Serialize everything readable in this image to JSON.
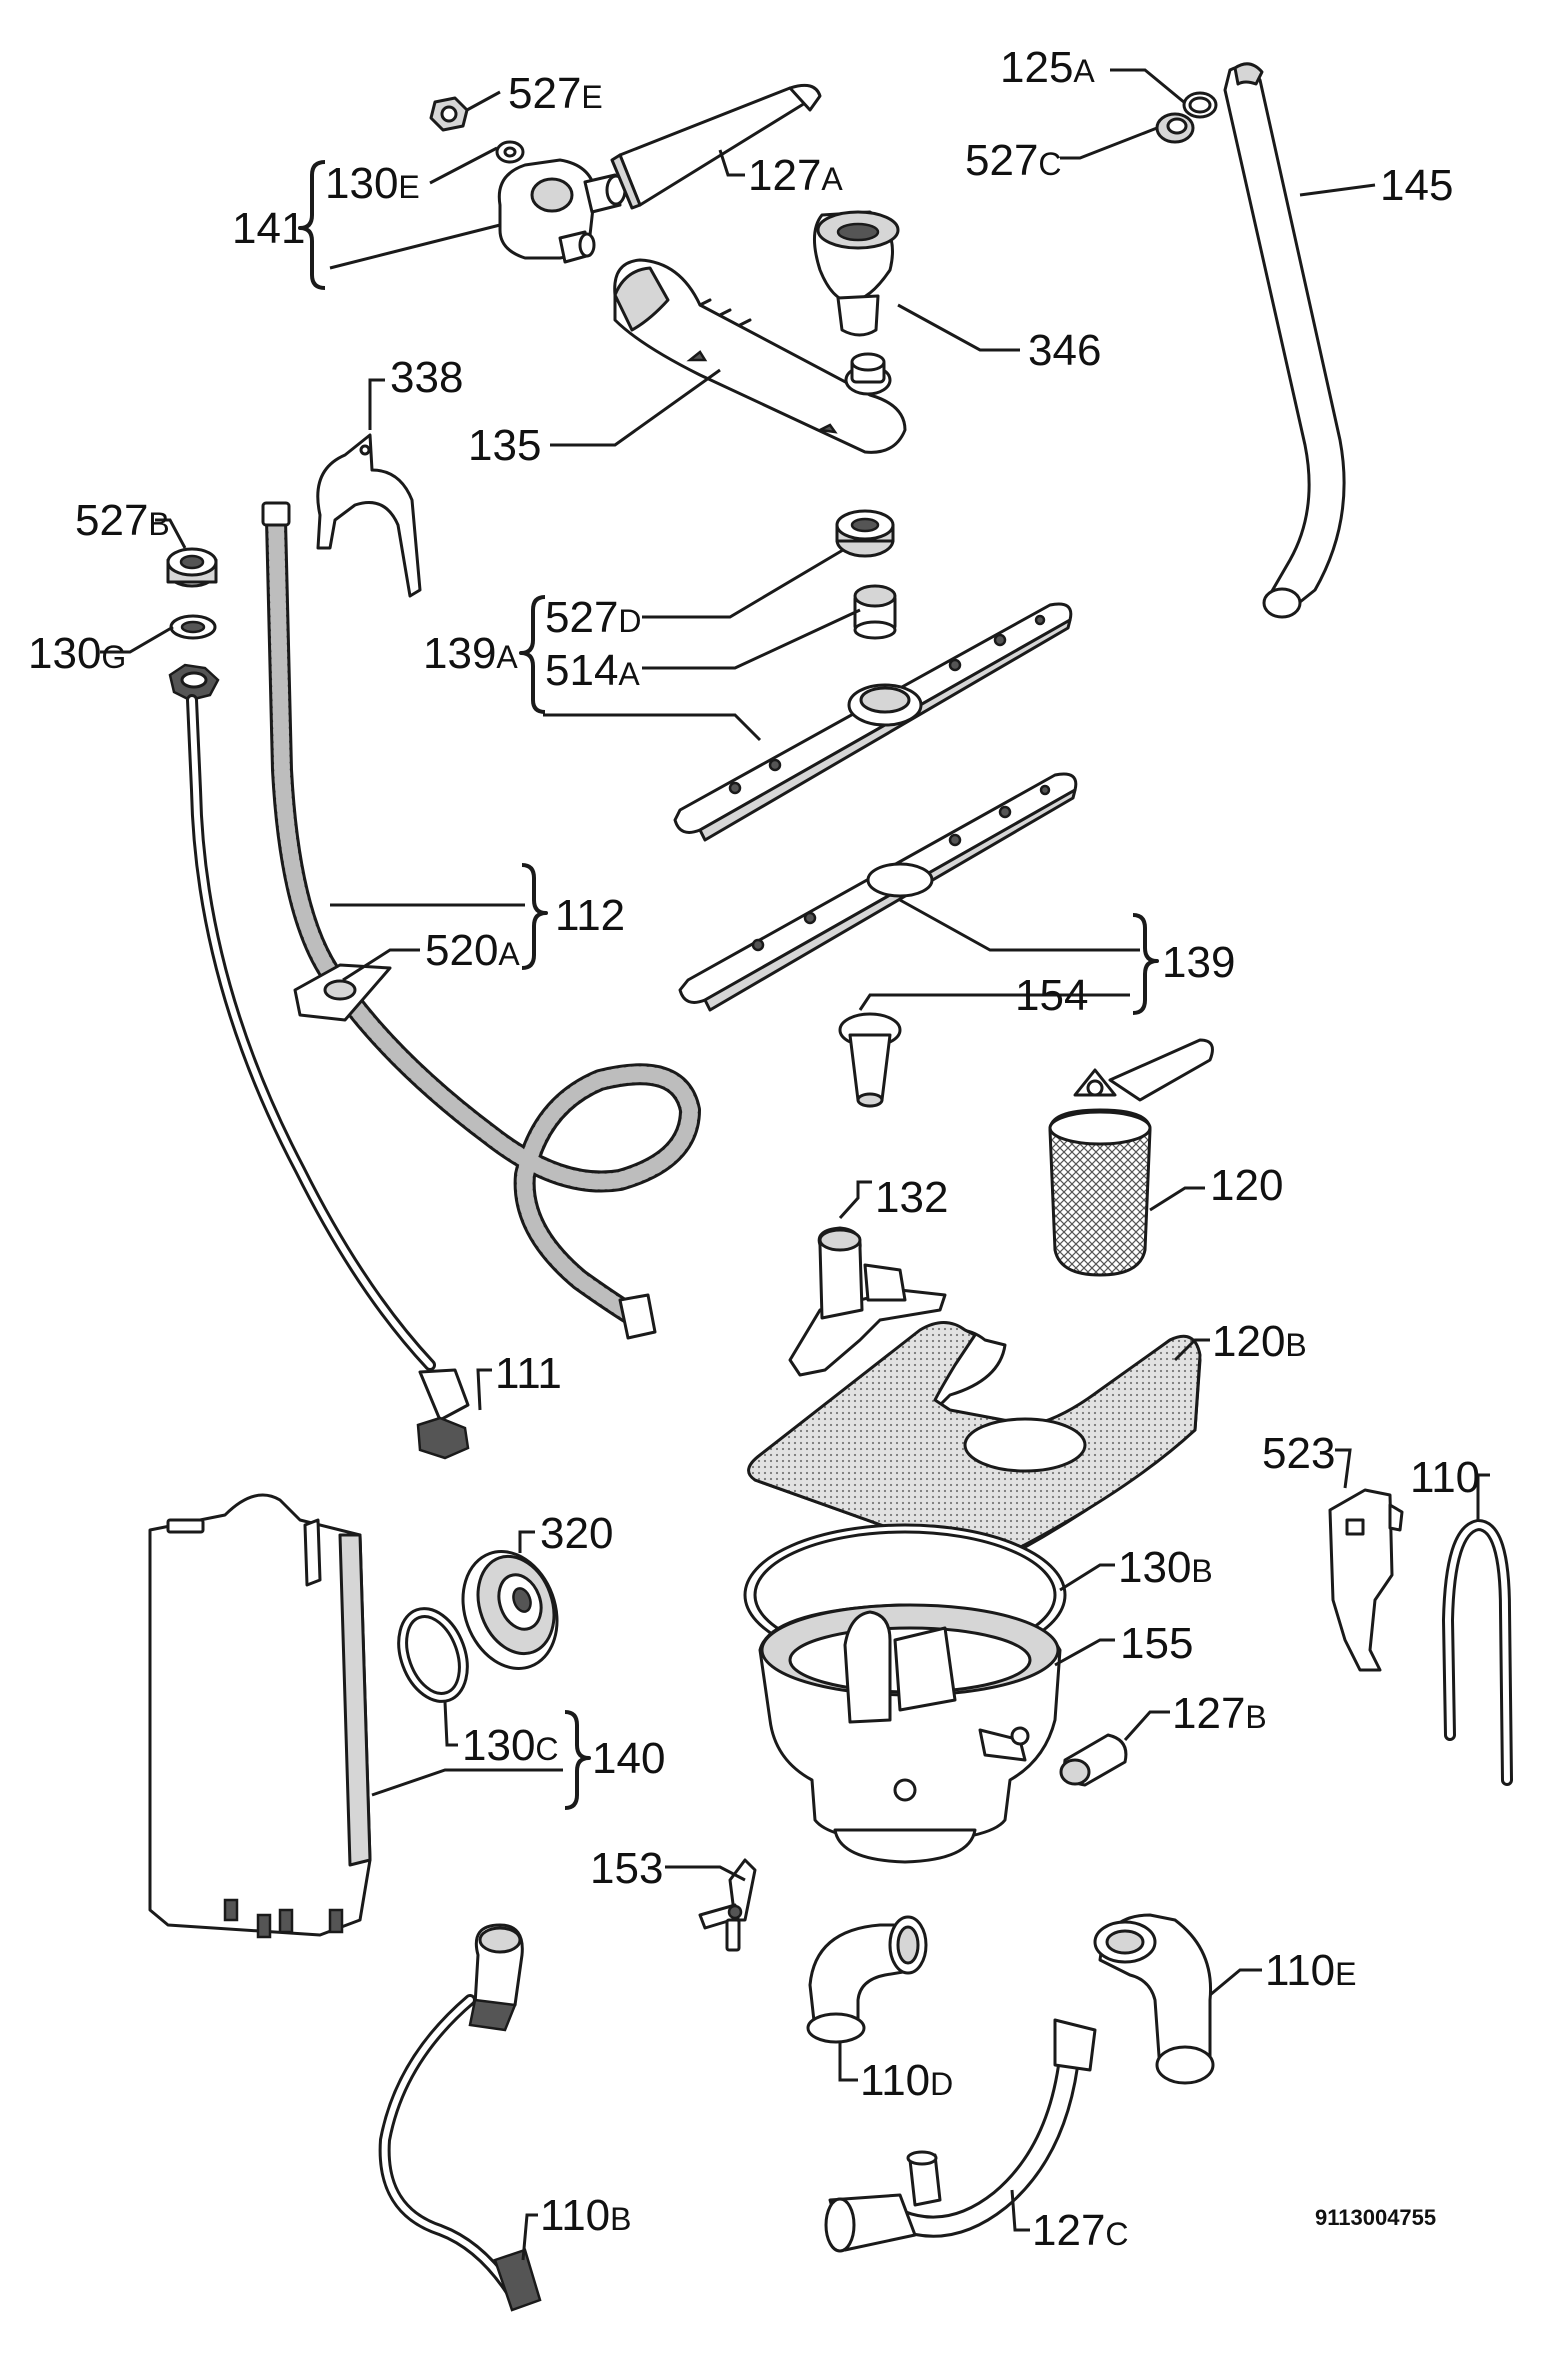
{
  "labels": {
    "l_527E": {
      "num": "527",
      "suffix": "E"
    },
    "l_125A": {
      "num": "125",
      "suffix": "A"
    },
    "l_130E": {
      "num": "130",
      "suffix": "E"
    },
    "l_127A": {
      "num": "127",
      "suffix": "A"
    },
    "l_527C": {
      "num": "527",
      "suffix": "C"
    },
    "l_145": {
      "num": "145",
      "suffix": ""
    },
    "l_141": {
      "num": "141",
      "suffix": ""
    },
    "l_346": {
      "num": "346",
      "suffix": ""
    },
    "l_338": {
      "num": "338",
      "suffix": ""
    },
    "l_135": {
      "num": "135",
      "suffix": ""
    },
    "l_527B": {
      "num": "527",
      "suffix": "B"
    },
    "l_527D": {
      "num": "527",
      "suffix": "D"
    },
    "l_139A": {
      "num": "139",
      "suffix": "A"
    },
    "l_130G": {
      "num": "130",
      "suffix": "G"
    },
    "l_514A": {
      "num": "514",
      "suffix": "A"
    },
    "l_112": {
      "num": "112",
      "suffix": ""
    },
    "l_520A": {
      "num": "520",
      "suffix": "A"
    },
    "l_139": {
      "num": "139",
      "suffix": ""
    },
    "l_154": {
      "num": "154",
      "suffix": ""
    },
    "l_120": {
      "num": "120",
      "suffix": ""
    },
    "l_132": {
      "num": "132",
      "suffix": ""
    },
    "l_120B": {
      "num": "120",
      "suffix": "B"
    },
    "l_111": {
      "num": "111",
      "suffix": ""
    },
    "l_523": {
      "num": "523",
      "suffix": ""
    },
    "l_110": {
      "num": "110",
      "suffix": ""
    },
    "l_320": {
      "num": "320",
      "suffix": ""
    },
    "l_130B": {
      "num": "130",
      "suffix": "B"
    },
    "l_155": {
      "num": "155",
      "suffix": ""
    },
    "l_127B": {
      "num": "127",
      "suffix": "B"
    },
    "l_130C": {
      "num": "130",
      "suffix": "C"
    },
    "l_140": {
      "num": "140",
      "suffix": ""
    },
    "l_153": {
      "num": "153",
      "suffix": ""
    },
    "l_110E": {
      "num": "110",
      "suffix": "E"
    },
    "l_110D": {
      "num": "110",
      "suffix": "D"
    },
    "l_110B": {
      "num": "110",
      "suffix": "B"
    },
    "l_127C": {
      "num": "127",
      "suffix": "C"
    }
  },
  "drawing_number": "9113004755"
}
